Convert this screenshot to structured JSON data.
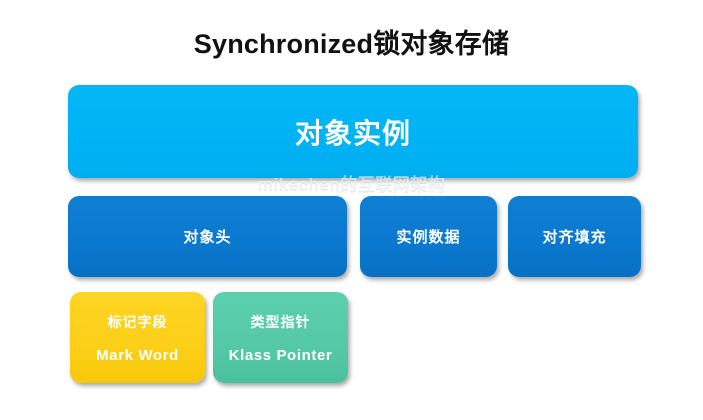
{
  "page": {
    "title": "Synchronized锁对象存储",
    "watermark": "mikechen的互联网架构",
    "background_color": "#ffffff",
    "title_color": "#111111"
  },
  "diagram_data": {
    "type": "hierarchy",
    "levels": [
      {
        "level": 1,
        "nodes": [
          {
            "id": "object-instance",
            "label": "对象实例",
            "color": "#00b4f5",
            "text_color": "#ffffff"
          }
        ]
      },
      {
        "level": 2,
        "nodes": [
          {
            "id": "object-header",
            "label": "对象头",
            "color": "#0a78ce",
            "text_color": "#ffffff"
          },
          {
            "id": "instance-data",
            "label": "实例数据",
            "color": "#0a78ce",
            "text_color": "#ffffff"
          },
          {
            "id": "alignment-padding",
            "label": "对齐填充",
            "color": "#0a78ce",
            "text_color": "#ffffff"
          }
        ]
      },
      {
        "level": 3,
        "nodes": [
          {
            "id": "mark-word",
            "label_cn": "标记字段",
            "label_en": "Mark Word",
            "color": "#fccf18",
            "text_color": "#ffffff"
          },
          {
            "id": "klass-pointer",
            "label_cn": "类型指针",
            "label_en": "Klass Pointer",
            "color": "#55c9a7",
            "text_color": "#ffffff"
          }
        ]
      }
    ]
  }
}
